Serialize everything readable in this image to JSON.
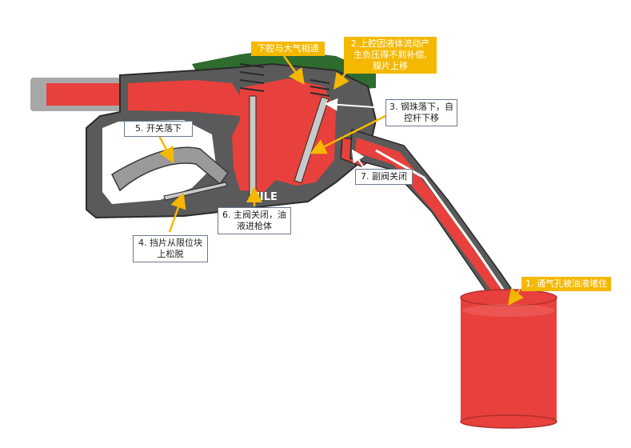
{
  "colors": {
    "fuel_red": "#e8403c",
    "body_gray": "#5a5a5a",
    "inner_gray": "#c9c9c9",
    "cover_green": "#2e6b2e",
    "highlight_yellow": "#f5b800",
    "callout_border": "#6b7a90"
  },
  "watermark": "MILE",
  "callouts": {
    "c1": "1. 通气孔被油液堵住",
    "c2": "2.上腔因液体流动产\n生负压得不到补偿,\n膜片上移",
    "c3": "3. 钢珠落下，自\n控杆下移",
    "c4": "4. 挡片从限位块\n上松脱",
    "c5": "5. 开关落下",
    "c6": "6. 主阀关闭，油\n液进枪体",
    "c7": "7. 副阀关闭",
    "c8": "下腔与大气相通"
  }
}
